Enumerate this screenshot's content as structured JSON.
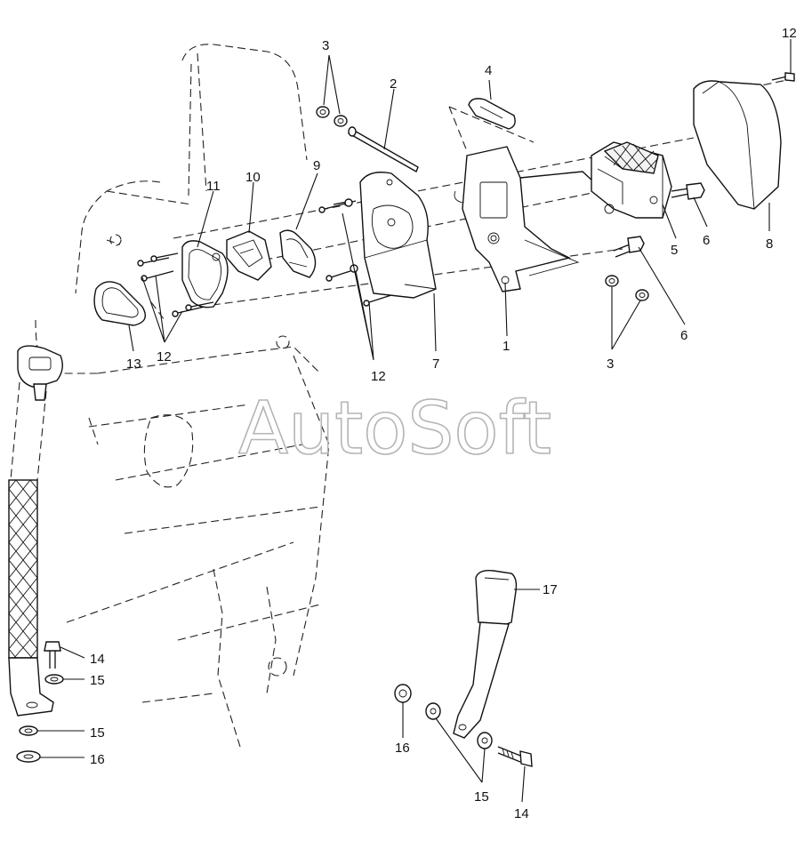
{
  "watermark": "AutoSoft",
  "callouts": {
    "c1": "1",
    "c2": "2",
    "c3a": "3",
    "c3b": "3",
    "c4": "4",
    "c5": "5",
    "c6a": "6",
    "c6b": "6",
    "c7": "7",
    "c8": "8",
    "c9": "9",
    "c10": "10",
    "c11": "11",
    "c12a": "12",
    "c12b": "12",
    "c12c": "12",
    "c13": "13",
    "c14a": "14",
    "c14b": "14",
    "c15a": "15",
    "c15b": "15",
    "c15c": "15",
    "c16a": "16",
    "c16b": "16",
    "c17": "17"
  },
  "colors": {
    "line": "#111111",
    "watermark": "#b5b5b5",
    "background": "#ffffff"
  }
}
